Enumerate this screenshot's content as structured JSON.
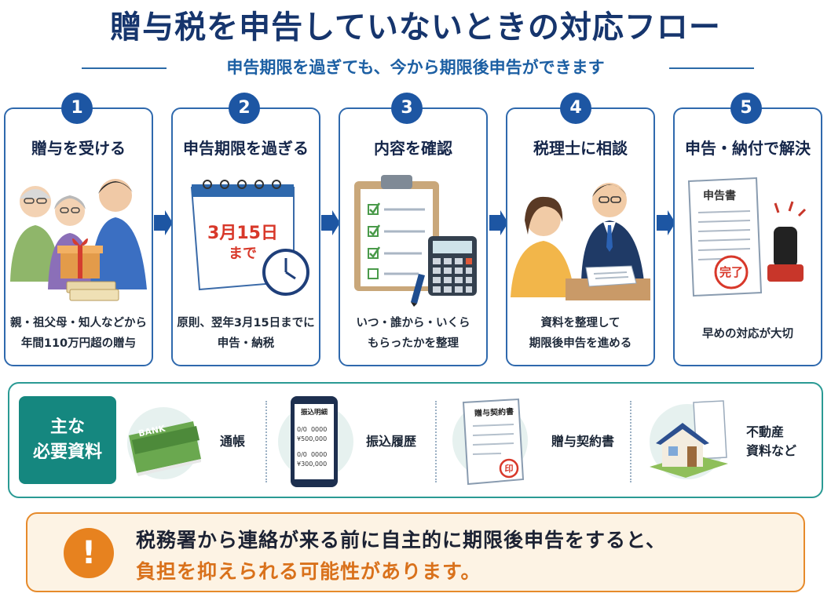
{
  "title": "贈与税を申告していないときの対応フロー",
  "subtitle": "申告期限を過ぎても、今から期限後申告ができます",
  "steps": [
    {
      "num": "1",
      "title": "贈与を受ける",
      "desc1": "親・祖父母・知人などから",
      "desc2": "年間110万円超の贈与"
    },
    {
      "num": "2",
      "title": "申告期限を過ぎる",
      "desc1": "原則、翌年3月15日までに",
      "desc2": "申告・納税",
      "calendar_line1": "3月15日",
      "calendar_line2": "まで"
    },
    {
      "num": "3",
      "title": "内容を確認",
      "desc1": "いつ・誰から・いくら",
      "desc2": "もらったかを整理"
    },
    {
      "num": "4",
      "title": "税理士に相談",
      "desc1": "資料を整理して",
      "desc2": "期限後申告を進める"
    },
    {
      "num": "5",
      "title": "申告・納付で解決",
      "desc1": "早めの対応が大切",
      "desc2": "",
      "form_title": "申告書",
      "stamp": "完了"
    }
  ],
  "docs": {
    "label_line1": "主な",
    "label_line2": "必要資料",
    "items": [
      {
        "name": "通帳",
        "card_text": "BANK"
      },
      {
        "name": "振込履歴",
        "phone_title": "振込明細",
        "row1a": "0/0  0000",
        "row1b": "¥500,000",
        "row2a": "0/0  0000",
        "row2b": "¥300,000"
      },
      {
        "name": "贈与契約書",
        "doc_title": "贈与契約書",
        "seal": "印"
      },
      {
        "name_line1": "不動産",
        "name_line2": "資料など"
      }
    ]
  },
  "notice": {
    "icon": "!",
    "line1": "税務署から連絡が来る前に自主的に期限後申告をすると、",
    "line2": "負担を抑えられる可能性があります。"
  },
  "colors": {
    "primary": "#1d56a3",
    "teal": "#15877f",
    "orange": "#e7821f"
  }
}
